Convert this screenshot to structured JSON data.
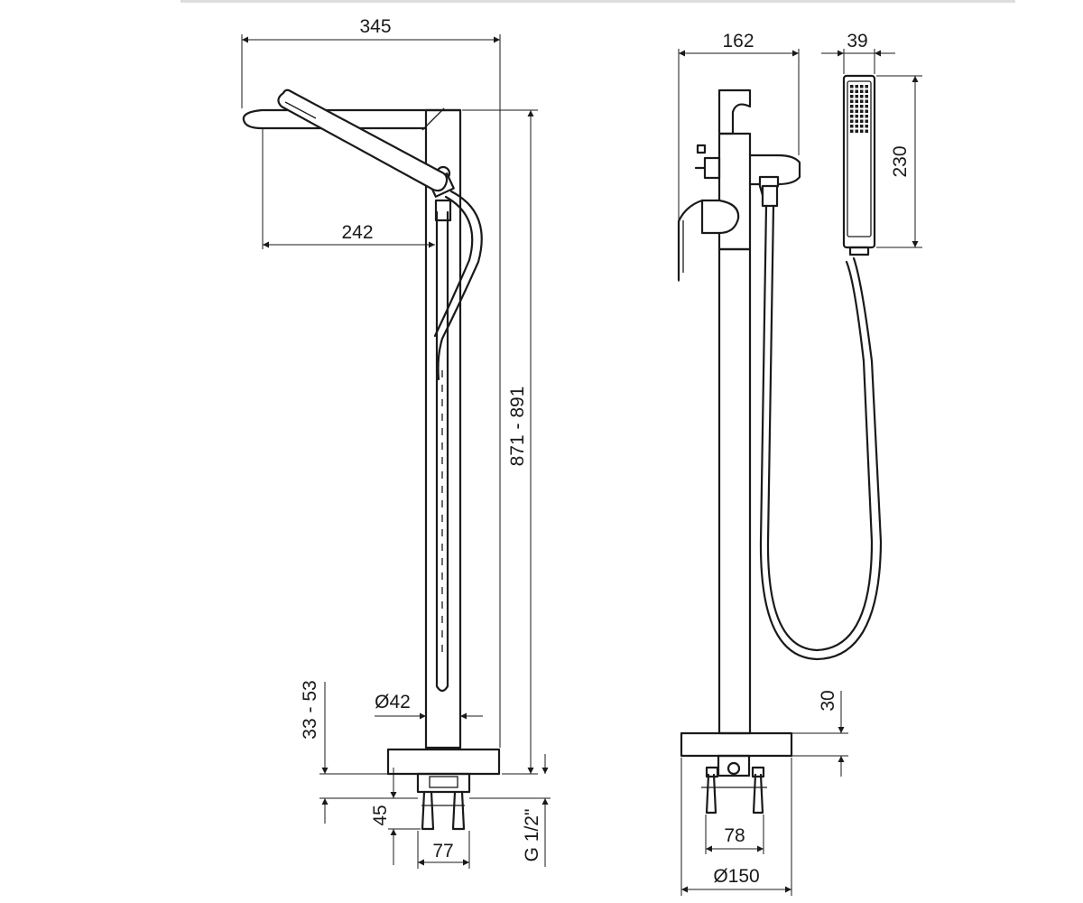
{
  "side_view": {
    "width_overall": "345",
    "spout_reach": "242",
    "height_range": "871 - 891",
    "deck_thickness": "33 - 53",
    "column_diameter": "Ø42",
    "connection_depth": "45",
    "connection_spacing": "77",
    "thread": "G 1/2\""
  },
  "front_view": {
    "body_width": "162",
    "base_diameter": "Ø150",
    "connection_spacing": "78",
    "base_height": "30"
  },
  "hand_shower": {
    "width": "39",
    "length": "230"
  }
}
